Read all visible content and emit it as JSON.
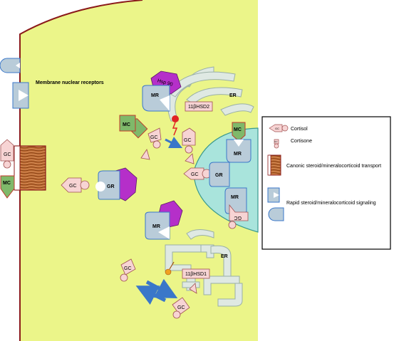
{
  "diagram": {
    "cytoplasm_color": "#ebf589",
    "membrane_color": "#8b1a1a",
    "nucleus_color": "#a9e4dc",
    "receptor_color": "#b9ccd9",
    "hsp_color": "#b52fc9",
    "ligand_color": "#f7d4d4",
    "mc_color": "#7fb96a",
    "er_color": "#dfe9e3",
    "arrow_color": "#3a77c9",
    "membrane_label": "Membrane nuclear receptors",
    "hsp_label": "Hsp 90",
    "mr": "MR",
    "gr": "GR",
    "gc": "GC",
    "mc": "MC",
    "er": "ER",
    "hsd2": "11βHSD2",
    "hsd1": "11βHSD1"
  },
  "legend": {
    "cortisol": "Cortisol",
    "cortisone": "Cortisone",
    "transport": "Canonic steroid/mineralocorticoid transport",
    "signaling": "Rapid steroid/mineralocorticoid signaling",
    "gc_icon": "GC",
    "cortisone_icon": "GC"
  }
}
